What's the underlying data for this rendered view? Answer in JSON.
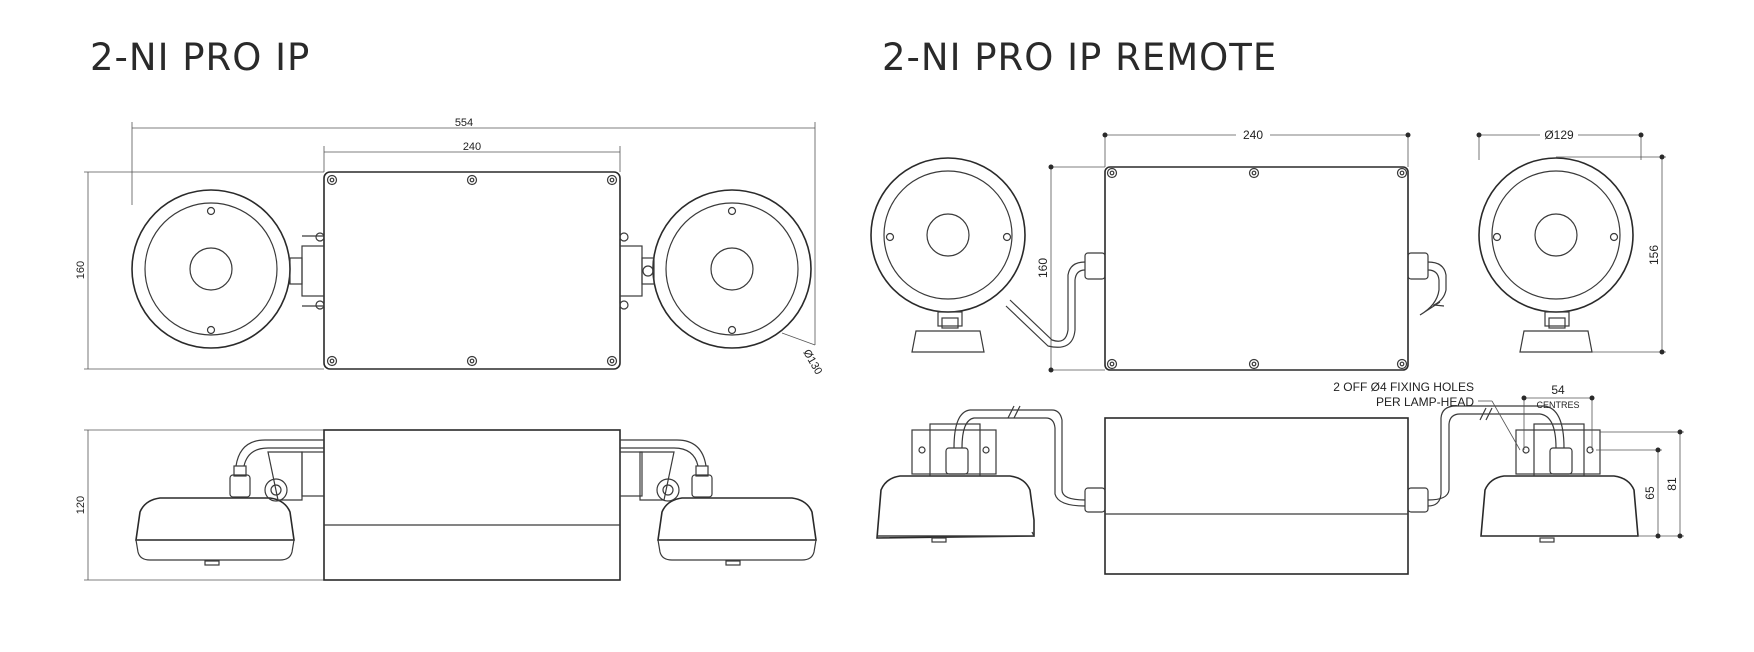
{
  "titles": {
    "left": "2-NI PRO IP",
    "right": "2-NI PRO IP REMOTE"
  },
  "dimensions": {
    "left_overall_width": "554",
    "left_box_width": "240",
    "left_height_front": "160",
    "left_lamp_diameter": "Ø130",
    "left_height_side": "120",
    "right_box_width": "240",
    "right_lamp_diameter": "Ø129",
    "right_box_height": "160",
    "right_lamp_height": "156",
    "right_centres_value": "54",
    "right_centres_label": "CENTRES",
    "right_height_65": "65",
    "right_height_81": "81"
  },
  "notes": {
    "fixing_line1": "2 OFF Ø4 FIXING HOLES",
    "fixing_line2": "PER LAMP-HEAD"
  }
}
